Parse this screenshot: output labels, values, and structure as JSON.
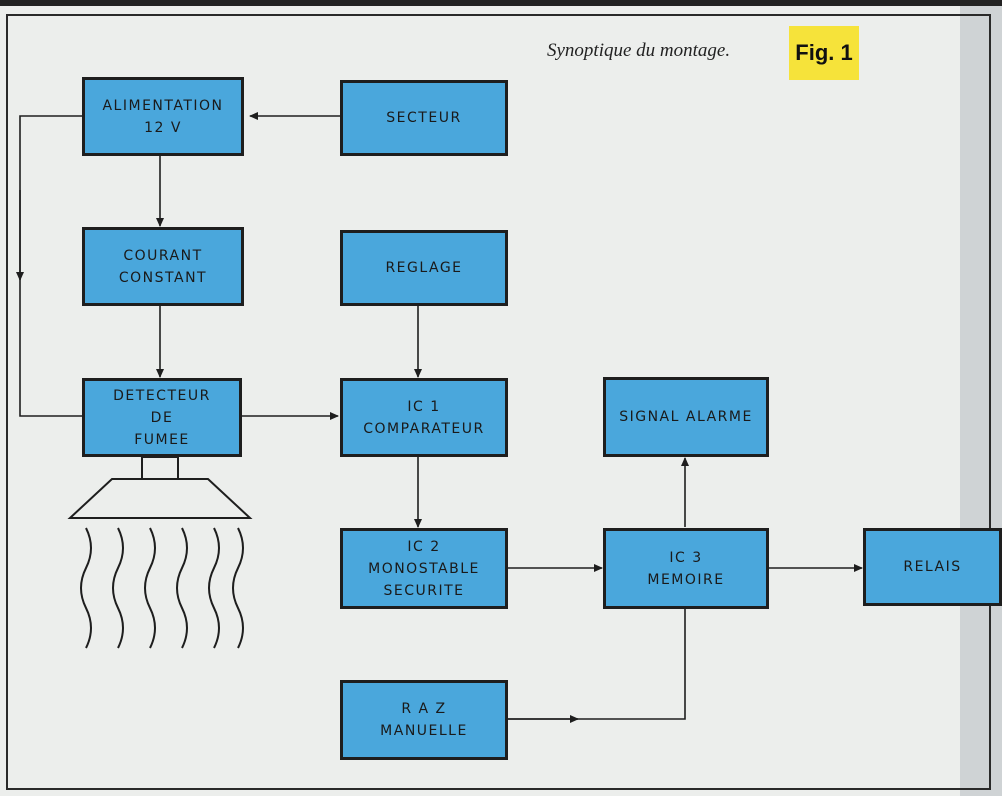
{
  "caption": "Synoptique du montage.",
  "figure_label": "Fig. 1",
  "colors": {
    "block_fill": "#4aa7dc",
    "badge": "#f6e33a",
    "line": "#1e1e1e"
  },
  "blocks": {
    "alimentation": [
      "ALIMENTATION",
      "12 V"
    ],
    "secteur": [
      "SECTEUR"
    ],
    "courant_constant": [
      "COURANT",
      "CONSTANT"
    ],
    "reglage": [
      "REGLAGE"
    ],
    "detecteur": [
      "DETECTEUR",
      "DE",
      "FUMEE"
    ],
    "ic1": [
      "IC 1",
      "COMPARATEUR"
    ],
    "signal_alarme": [
      "SIGNAL ALARME"
    ],
    "ic2": [
      "IC 2",
      "MONOSTABLE",
      "SECURITE"
    ],
    "ic3": [
      "IC 3",
      "MEMOIRE"
    ],
    "relais": [
      "RELAIS"
    ],
    "raz": [
      "R A Z",
      "MANUELLE"
    ]
  }
}
